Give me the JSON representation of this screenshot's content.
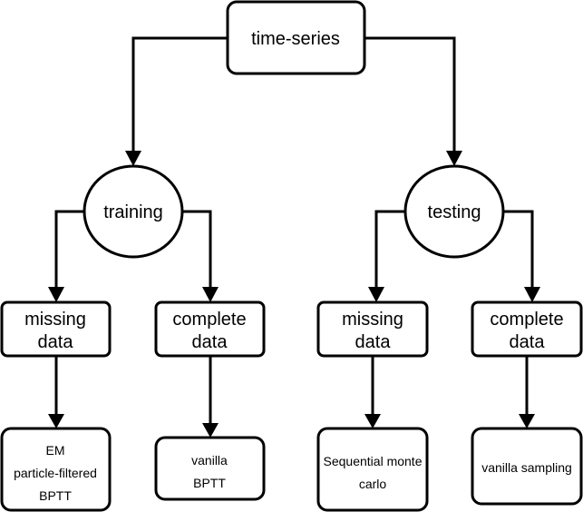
{
  "nodes": {
    "root": "time-series",
    "training": "training",
    "testing": "testing",
    "train_missing": [
      "missing",
      "data"
    ],
    "train_complete": [
      "complete",
      "data"
    ],
    "test_missing": [
      "missing",
      "data"
    ],
    "test_complete": [
      "complete",
      "data"
    ],
    "leaf_em": [
      "EM",
      "particle-filtered",
      "BPTT"
    ],
    "leaf_vanilla_bptt": [
      "vanilla",
      "BPTT"
    ],
    "leaf_smc": [
      "Sequential monte",
      "carlo"
    ],
    "leaf_vanilla_sampling": "vanilla sampling"
  },
  "colors": {
    "stroke": "#000000",
    "fill": "#ffffff"
  }
}
